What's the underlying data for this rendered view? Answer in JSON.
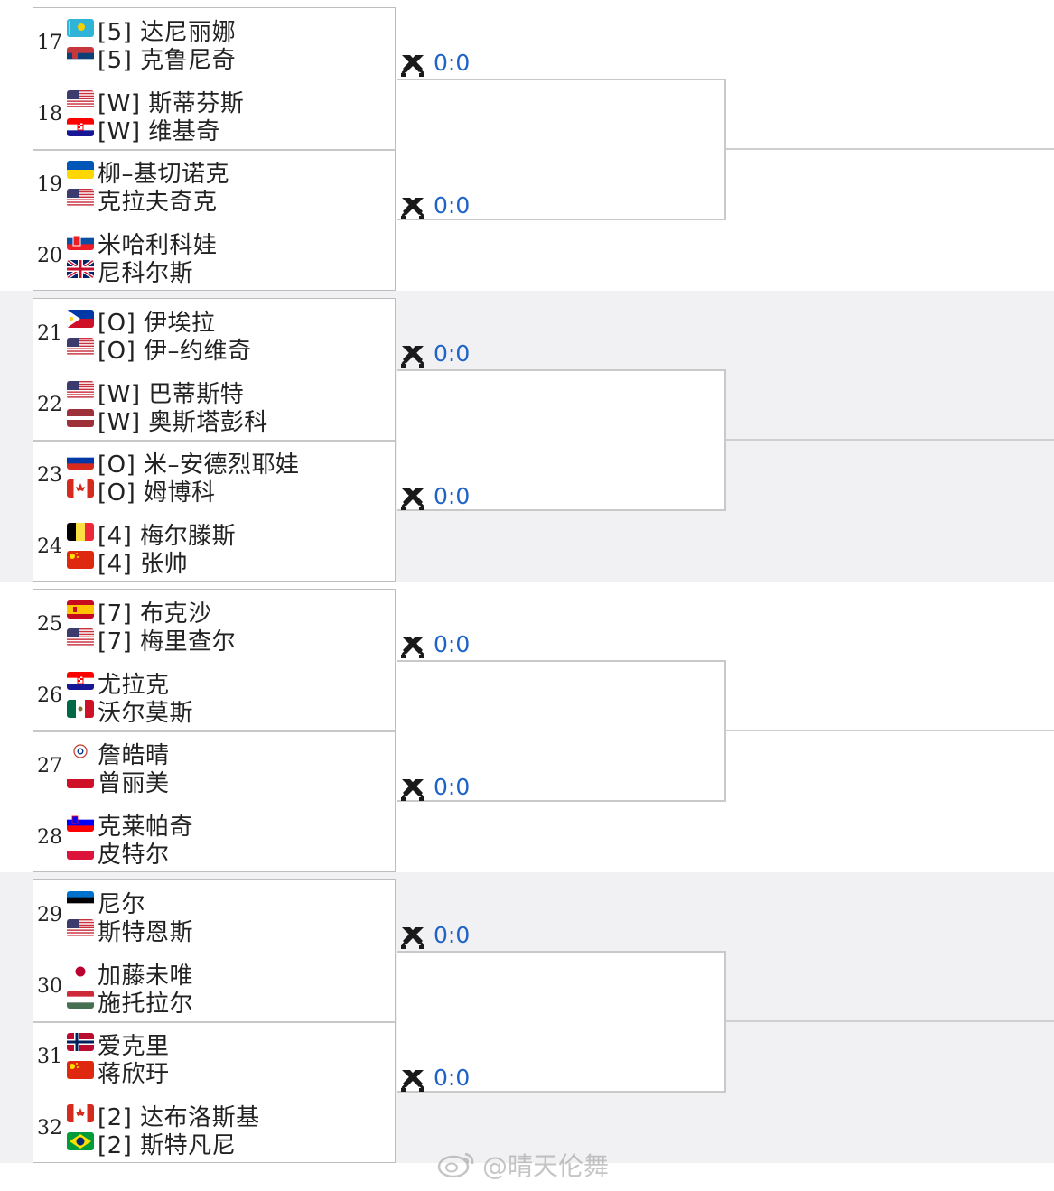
{
  "draw": {
    "blocks": [
      {
        "matches": [
          {
            "num": "17",
            "players": [
              {
                "flag": "kaz",
                "name": "[5] 达尼丽娜"
              },
              {
                "flag": "srb",
                "name": "[5] 克鲁尼奇"
              }
            ]
          },
          {
            "num": "18",
            "players": [
              {
                "flag": "usa",
                "name": "[W] 斯蒂芬斯"
              },
              {
                "flag": "cro",
                "name": "[W] 维基奇"
              }
            ]
          },
          {
            "num": "19",
            "players": [
              {
                "flag": "ukr",
                "name": "柳–基切诺克"
              },
              {
                "flag": "usa",
                "name": "克拉夫奇克"
              }
            ]
          },
          {
            "num": "20",
            "players": [
              {
                "flag": "svk",
                "name": "米哈利科娃"
              },
              {
                "flag": "gbr",
                "name": "尼科尔斯"
              }
            ]
          }
        ],
        "scores": [
          "0:0",
          "0:0"
        ]
      },
      {
        "matches": [
          {
            "num": "21",
            "players": [
              {
                "flag": "phi",
                "name": "[O] 伊埃拉"
              },
              {
                "flag": "usa",
                "name": "[O] 伊–约维奇"
              }
            ]
          },
          {
            "num": "22",
            "players": [
              {
                "flag": "usa",
                "name": "[W] 巴蒂斯特"
              },
              {
                "flag": "lat",
                "name": "[W] 奥斯塔彭科"
              }
            ]
          },
          {
            "num": "23",
            "players": [
              {
                "flag": "rus",
                "name": "[O] 米–安德烈耶娃"
              },
              {
                "flag": "can",
                "name": "[O] 姆博科"
              }
            ]
          },
          {
            "num": "24",
            "players": [
              {
                "flag": "bel",
                "name": "[4] 梅尔滕斯"
              },
              {
                "flag": "chn",
                "name": "[4] 张帅"
              }
            ]
          }
        ],
        "scores": [
          "0:0",
          "0:0"
        ]
      },
      {
        "matches": [
          {
            "num": "25",
            "players": [
              {
                "flag": "esp",
                "name": "[7] 布克沙"
              },
              {
                "flag": "usa",
                "name": "[7] 梅里查尔"
              }
            ]
          },
          {
            "num": "26",
            "players": [
              {
                "flag": "cro",
                "name": "尤拉克"
              },
              {
                "flag": "mex",
                "name": "沃尔莫斯"
              }
            ]
          },
          {
            "num": "27",
            "players": [
              {
                "flag": "tpe",
                "name": "詹皓晴"
              },
              {
                "flag": "ina",
                "name": "曾丽美"
              }
            ]
          },
          {
            "num": "28",
            "players": [
              {
                "flag": "slo",
                "name": "克莱帕奇"
              },
              {
                "flag": "pol",
                "name": "皮特尔"
              }
            ]
          }
        ],
        "scores": [
          "0:0",
          "0:0"
        ]
      },
      {
        "matches": [
          {
            "num": "29",
            "players": [
              {
                "flag": "est",
                "name": "尼尔"
              },
              {
                "flag": "usa",
                "name": "斯特恩斯"
              }
            ]
          },
          {
            "num": "30",
            "players": [
              {
                "flag": "jpn",
                "name": "加藤未唯"
              },
              {
                "flag": "hun",
                "name": "施托拉尔"
              }
            ]
          },
          {
            "num": "31",
            "players": [
              {
                "flag": "nor",
                "name": "爱克里"
              },
              {
                "flag": "chn",
                "name": "蒋欣玗"
              }
            ]
          },
          {
            "num": "32",
            "players": [
              {
                "flag": "can",
                "name": "[2] 达布洛斯基"
              },
              {
                "flag": "bra",
                "name": "[2] 斯特凡尼"
              }
            ]
          }
        ],
        "scores": [
          "0:0",
          "0:0"
        ]
      }
    ]
  },
  "watermark": {
    "text": "@晴天伦舞",
    "icon": "weibo-icon"
  },
  "colors": {
    "score": "#1e63c8",
    "band": "#f1f1f3",
    "border": "#c8c8c8"
  }
}
